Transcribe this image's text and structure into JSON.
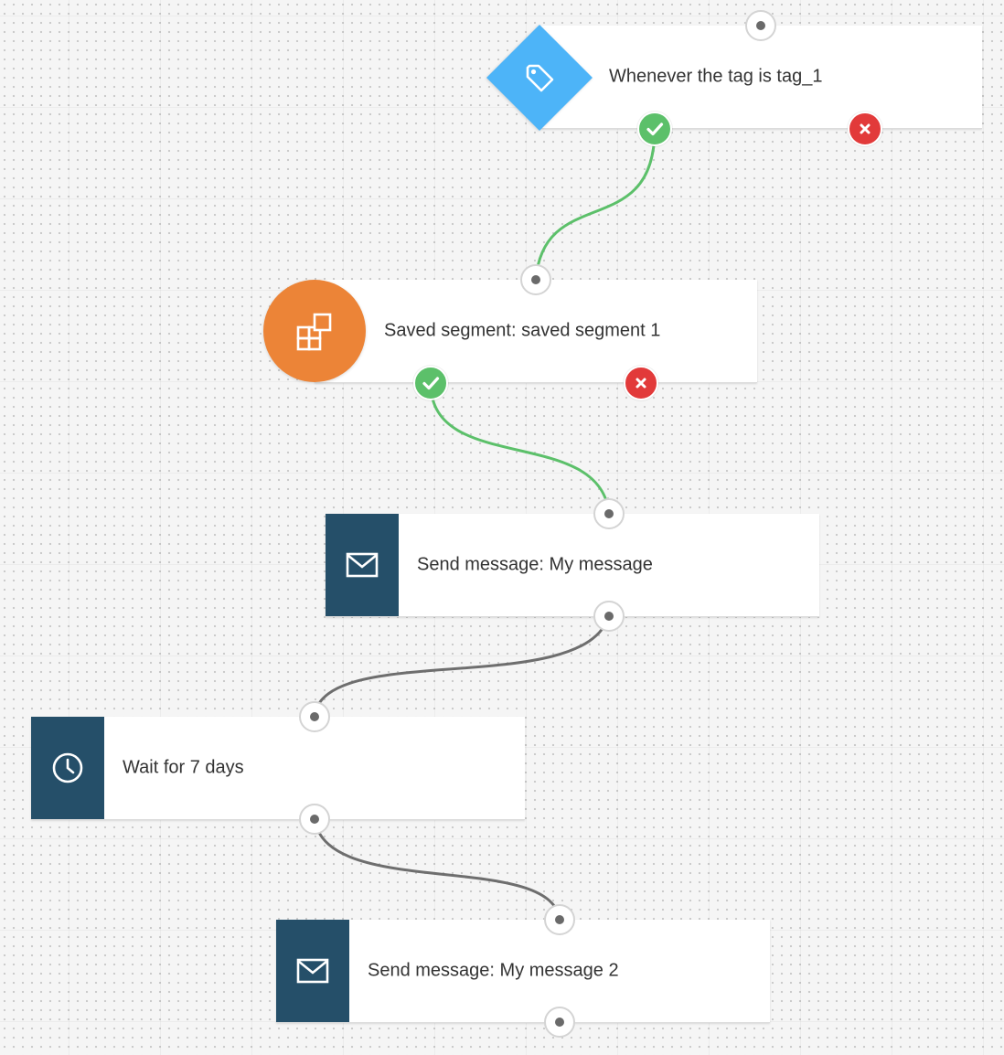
{
  "nodes": {
    "trigger": {
      "label": "Whenever the tag is tag_1",
      "icon": "tag-icon",
      "color": "#4db4f8"
    },
    "segment": {
      "label": "Saved segment: saved segment 1",
      "icon": "segment-icon",
      "color": "#ec8437"
    },
    "message1": {
      "label": "Send message: My message",
      "icon": "envelope-icon",
      "color": "#254f69"
    },
    "wait": {
      "label": "Wait for 7 days",
      "icon": "clock-icon",
      "color": "#254f69"
    },
    "message2": {
      "label": "Send message: My message 2",
      "icon": "envelope-icon",
      "color": "#254f69"
    }
  },
  "colors": {
    "yes": "#5cc06a",
    "no": "#e23a3a",
    "connector_success": "#5cc06a",
    "connector_default": "#6e6e6e",
    "canvas": "#f5f5f5"
  }
}
